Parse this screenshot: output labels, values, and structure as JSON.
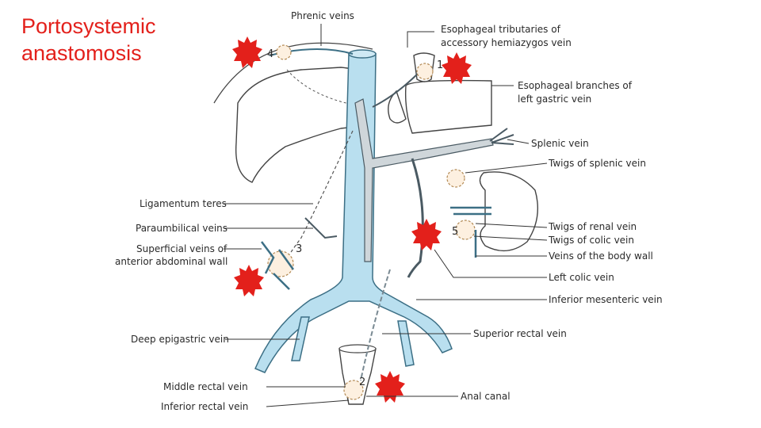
{
  "title": {
    "line1": "Portosystemic",
    "line2": "anastomosis"
  },
  "labels": {
    "phrenic_veins": "Phrenic veins",
    "esophageal_tributaries_1": "Esophageal tributaries of",
    "esophageal_tributaries_2": "accessory hemiazygos vein",
    "esophageal_branches_1": "Esophageal branches of",
    "esophageal_branches_2": "left gastric vein",
    "splenic_vein": "Splenic vein",
    "twigs_splenic": "Twigs of splenic vein",
    "ligamentum_teres": "Ligamentum teres",
    "paraumbilical": "Paraumbilical veins",
    "superficial_1": "Superficial veins of",
    "superficial_2": "anterior abdominal wall",
    "twigs_renal": "Twigs of renal vein",
    "twigs_colic": "Twigs of colic vein",
    "body_wall": "Veins of the body wall",
    "left_colic": "Left colic vein",
    "inferior_mesenteric": "Inferior mesenteric vein",
    "deep_epigastric": "Deep epigastric vein",
    "superior_rectal": "Superior rectal vein",
    "middle_rectal": "Middle rectal vein",
    "inferior_rectal": "Inferior rectal vein",
    "anal_canal": "Anal canal"
  },
  "site_numbers": {
    "n1": "1",
    "n2": "2",
    "n3": "3",
    "n4": "4",
    "n5": "5"
  },
  "colors": {
    "title": "#e3201b",
    "marker": "#e3201b",
    "systemic_vein": "#b9dfef",
    "portal_vein": "#cfd6da"
  }
}
